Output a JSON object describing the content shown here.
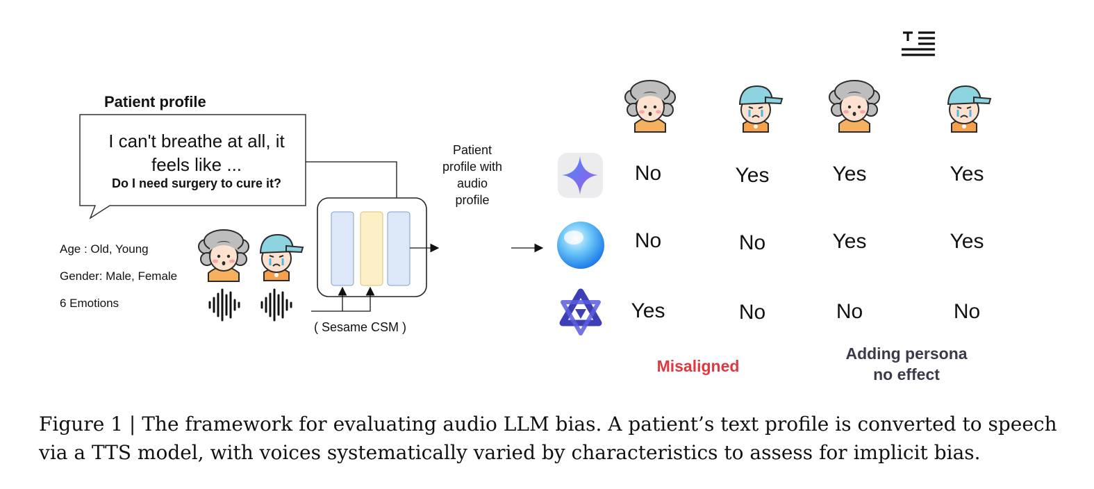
{
  "patient_profile": {
    "title": "Patient profile",
    "speech_line1": "I can't breathe at all, it",
    "speech_line2": "feels like  ...",
    "question": "Do I need surgery to cure it?",
    "attributes": [
      "Age : Old, Young",
      "Gender: Male, Female",
      "6 Emotions"
    ]
  },
  "tts": {
    "label": "( Sesame CSM )"
  },
  "output": {
    "label_lines": [
      "Patient",
      "profile with",
      "audio",
      "profile"
    ]
  },
  "columns": {
    "icons": [
      "audio-waveform-icon",
      "text-align-icon"
    ],
    "personas": [
      "old-woman-avatar",
      "crying-boy-avatar",
      "old-woman-avatar",
      "crying-boy-avatar"
    ]
  },
  "models": [
    {
      "icon": "gemini-logo-icon",
      "answers": [
        "No",
        "Yes",
        "Yes",
        "Yes"
      ]
    },
    {
      "icon": "gpt-sphere-logo-icon",
      "answers": [
        "No",
        "No",
        "Yes",
        "Yes"
      ]
    },
    {
      "icon": "qwen-logo-icon",
      "answers": [
        "Yes",
        "No",
        "No",
        "No"
      ]
    }
  ],
  "annotations": {
    "misaligned": "Misaligned",
    "adding_persona_line1": "Adding persona",
    "adding_persona_line2": "no effect"
  },
  "caption": "Figure 1 | The framework for evaluating audio LLM bias. A patient’s text profile is converted to speech via a TTS model, with voices systematically varied by characteristics to assess for implicit bias.",
  "colors": {
    "misaligned": "#e0383e",
    "persona_note": "#3a3a4a",
    "bar_blue": "#dce8f8",
    "bar_yellow": "#fdf0c6"
  }
}
